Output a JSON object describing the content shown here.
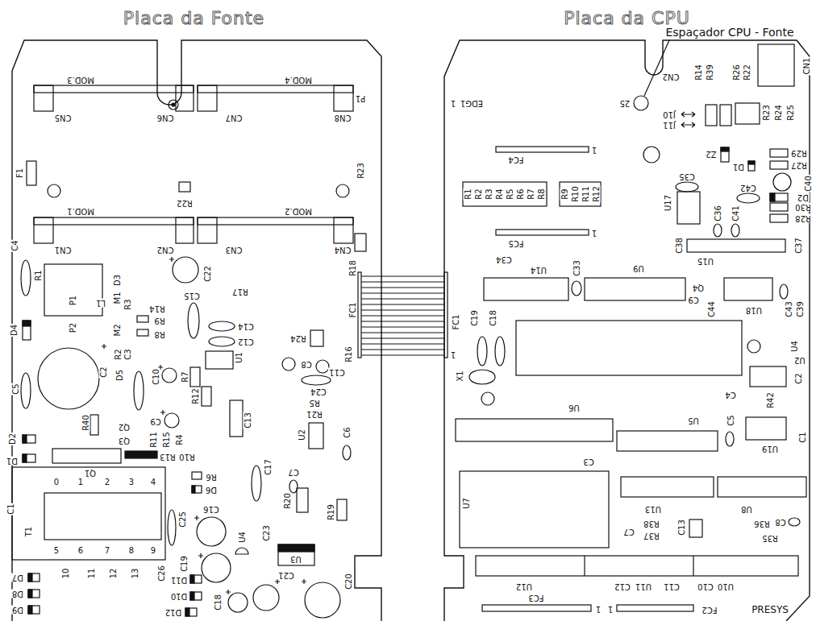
{
  "diagram": {
    "nodes": [
      {
        "text": [
          "Placa da Fonte"
        ]
      },
      {
        "text": [
          "Placa da CPU"
        ]
      }
    ],
    "edges": [
      {
        "from": 0,
        "to": 1,
        "arrow": "none"
      }
    ],
    "labels": [
      "MOD.3",
      "MOD.4",
      "P1",
      "CN5",
      "CN6",
      "CN7",
      "CN8",
      "F1",
      "R22",
      "R23",
      "MOD.1",
      "MOD.2",
      "CN1",
      "CN2",
      "CN3",
      "CN4",
      "R18",
      "FC1",
      "C4",
      "R1",
      "C22",
      "L1",
      "P1",
      "M1",
      "D3",
      "R3",
      "C15",
      "R17",
      "R14",
      "R9",
      "R8",
      "P2",
      "M2",
      "D4",
      "C14",
      "C12",
      "R24",
      "R16",
      "R2",
      "C3",
      "C2",
      "D5",
      "C10",
      "R7",
      "U1",
      "C8",
      "C11",
      "C24",
      "R5",
      "R21",
      "C5",
      "R12",
      "R40",
      "Q2",
      "C9",
      "Q3",
      "R11",
      "R15",
      "R4",
      "C13",
      "U2",
      "C6",
      "D2",
      "D1",
      "Q1",
      "R13",
      "R10",
      "R6",
      "D6",
      "C17",
      "C7",
      "R20",
      "R19",
      "C1",
      "0",
      "1",
      "2",
      "3",
      "4",
      "T1",
      "5",
      "6",
      "7",
      "8",
      "9",
      "10",
      "11",
      "12",
      "13",
      "C25",
      "C16",
      "U4",
      "C23",
      "C26",
      "C19",
      "U3",
      "C21",
      "C18",
      "C20",
      "D7",
      "D8",
      "D9",
      "D11",
      "D10",
      "D12",
      "Espaçador CPU - Fonte",
      "EDG1",
      "1",
      "25",
      "CN2",
      "R14",
      "R39",
      "R26",
      "R22",
      "CN1",
      "J10",
      "J11",
      "R23",
      "R24",
      "R25",
      "FC4",
      "1",
      "Z2",
      "R29",
      "C35",
      "D1",
      "R27",
      "C40",
      "R1",
      "R2",
      "R3",
      "R4",
      "R5",
      "R6",
      "R7",
      "R8",
      "R9",
      "R10",
      "R11",
      "R12",
      "C42",
      "D2",
      "U17",
      "R30",
      "R28",
      "C36",
      "C41",
      "FC5",
      "1",
      "C38",
      "C37",
      "C34",
      "U14",
      "C33",
      "U15",
      "U9",
      "Q4",
      "C9",
      "C44",
      "U18",
      "C43",
      "C39",
      "C19",
      "C18",
      "FC1",
      "1",
      "U4",
      "X1",
      "U2",
      "C2",
      "U6",
      "R42",
      "C4",
      "C5",
      "U5",
      "C1",
      "U19",
      "C3",
      "U7",
      "U13",
      "U8",
      "C13",
      "R38",
      "R37",
      "R36",
      "C8",
      "R35",
      "C7",
      "U12",
      "C12",
      "U11",
      "C11",
      "C10",
      "U10",
      "FC3",
      "1",
      "FC2",
      "1",
      "PRESYS"
    ]
  }
}
